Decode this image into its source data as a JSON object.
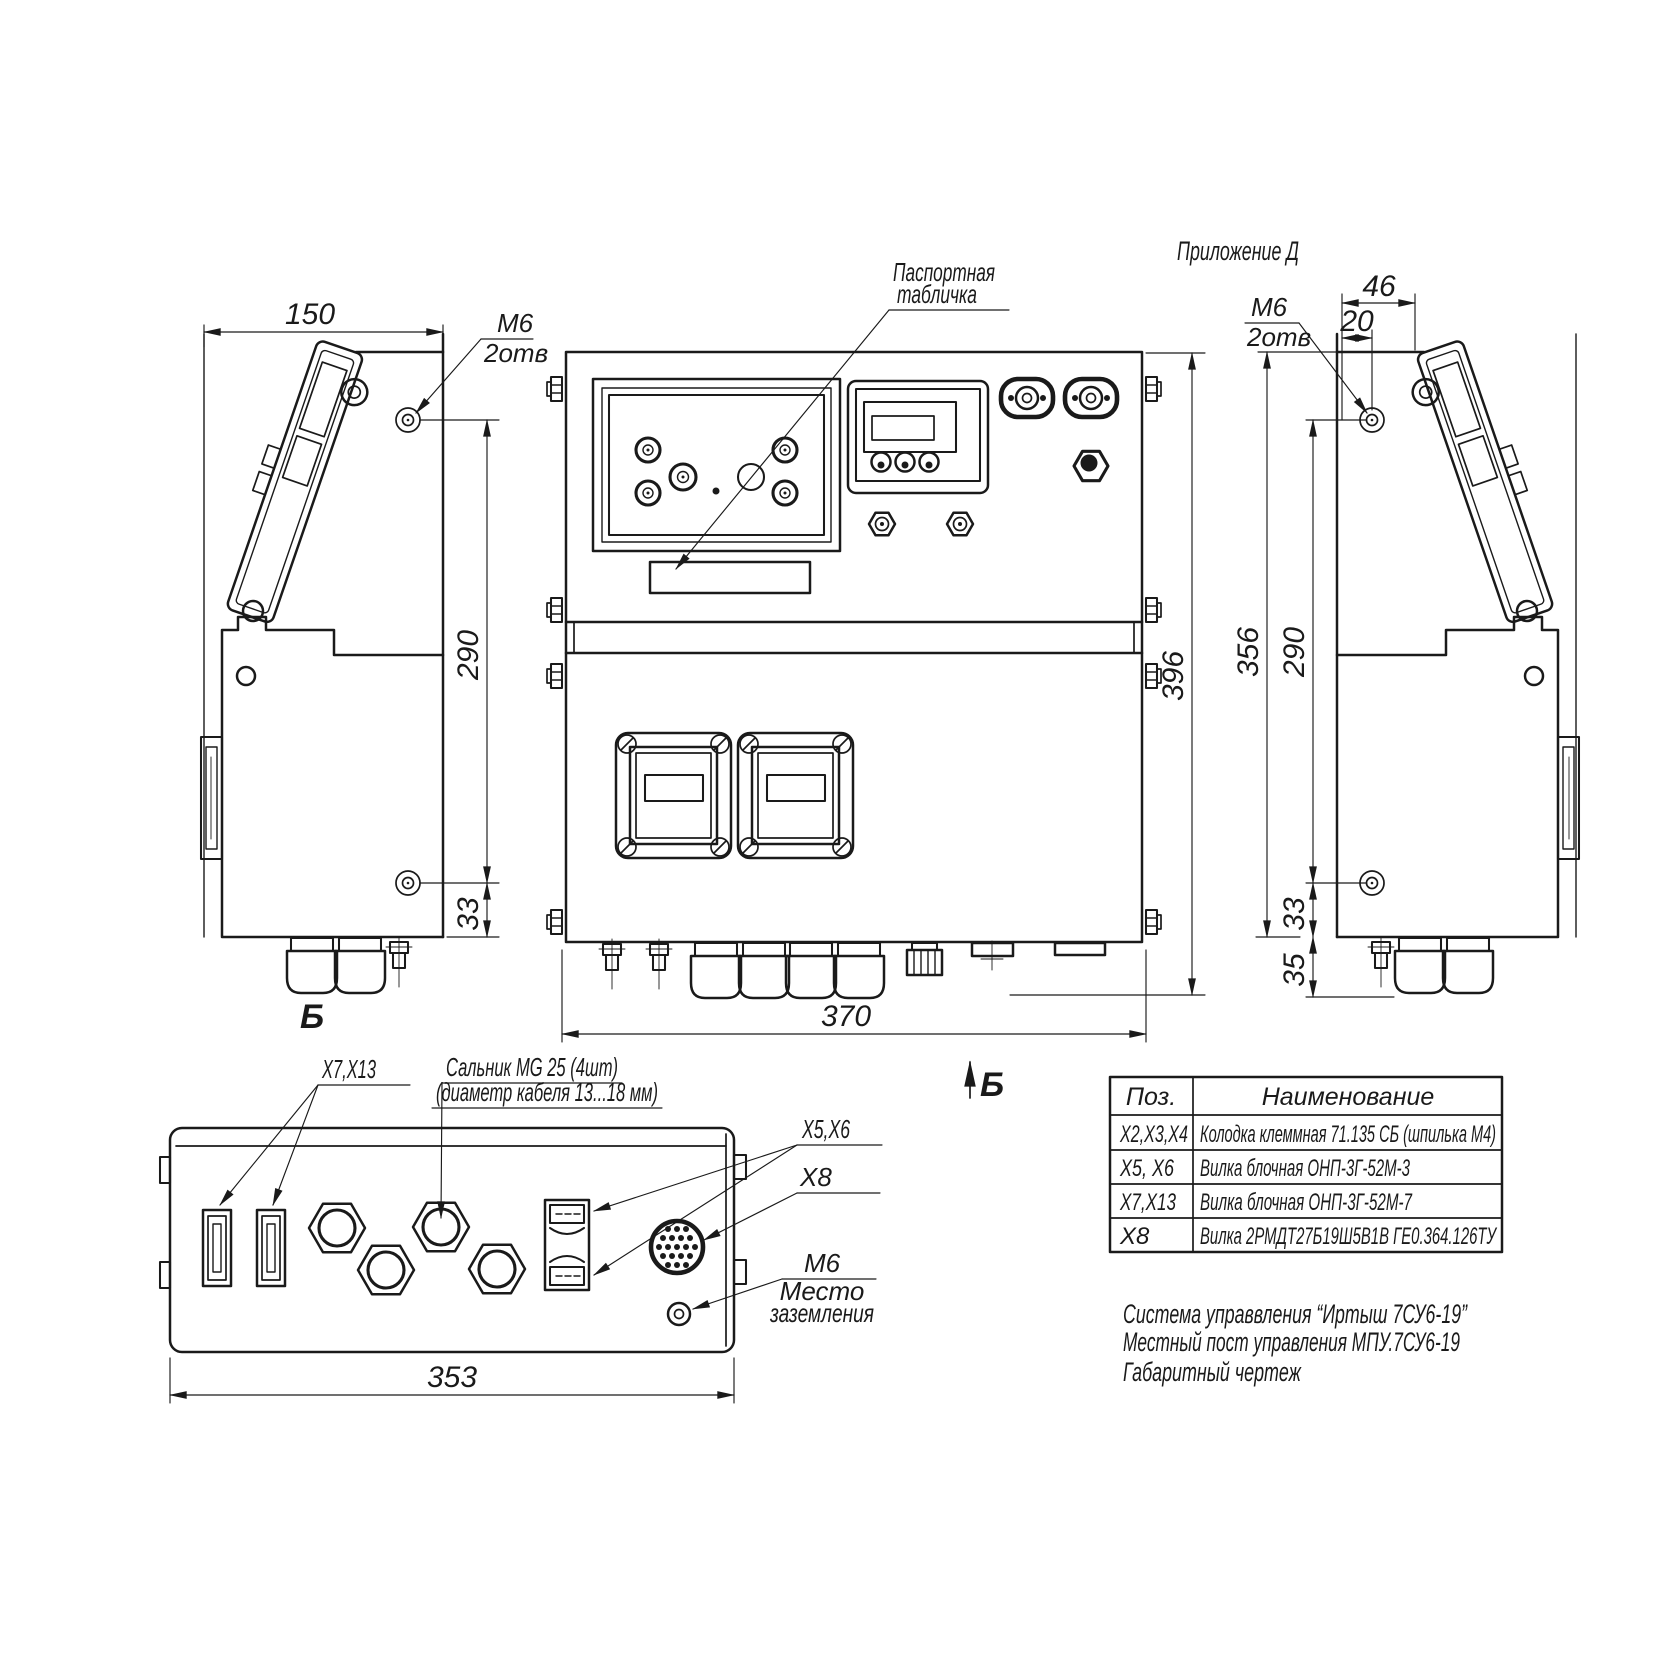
{
  "drawing": {
    "appendix": "Приложение Д",
    "views": {
      "left": {
        "dim_width": "150",
        "thread": "М6",
        "holes": "2отв",
        "dim_290": "290",
        "dim_33": "33",
        "section_label": "Б"
      },
      "front": {
        "callout_line1": "Паспортная",
        "callout_line2": "табличка",
        "dim_width": "370",
        "dim_height": "396"
      },
      "right": {
        "dim_46": "46",
        "dim_20": "20",
        "thread": "М6",
        "holes": "2отв",
        "dim_356": "356",
        "dim_290": "290",
        "dim_33": "33",
        "dim_35": "35"
      },
      "bottom": {
        "callout_connectors": "X7,X13",
        "callout_gland_line1": "Сальник MG 25 (4шт)",
        "callout_gland_line2": "(диаметр кабеля 13...18 мм)",
        "callout_x5x6": "X5,X6",
        "callout_x8": "X8",
        "ground_thread": "М6",
        "ground_line1": "Место",
        "ground_line2": "заземления",
        "dim_width": "353",
        "section_label": "Б"
      }
    },
    "table": {
      "header_pos": "Поз.",
      "header_name": "Наименование",
      "rows": [
        {
          "pos": "X2,X3,X4",
          "name": "Колодка клеммная 71.135 СБ (шпилька М4)"
        },
        {
          "pos": "X5, X6",
          "name": "Вилка блочная ОНП-3Г-52М-3"
        },
        {
          "pos": "X7,X13",
          "name": "Вилка блочная ОНП-3Г-52М-7"
        },
        {
          "pos": "X8",
          "name": "Вилка 2РМДТ27Б19Ш5В1В ГЕ0.364.126ТУ"
        }
      ]
    },
    "notes": {
      "line1": "Система управвления “Иртыш 7СУ6-19”",
      "line2": "Местный пост управления МПУ.7СУ6-19",
      "line3": "Габаритный чертеж"
    }
  }
}
